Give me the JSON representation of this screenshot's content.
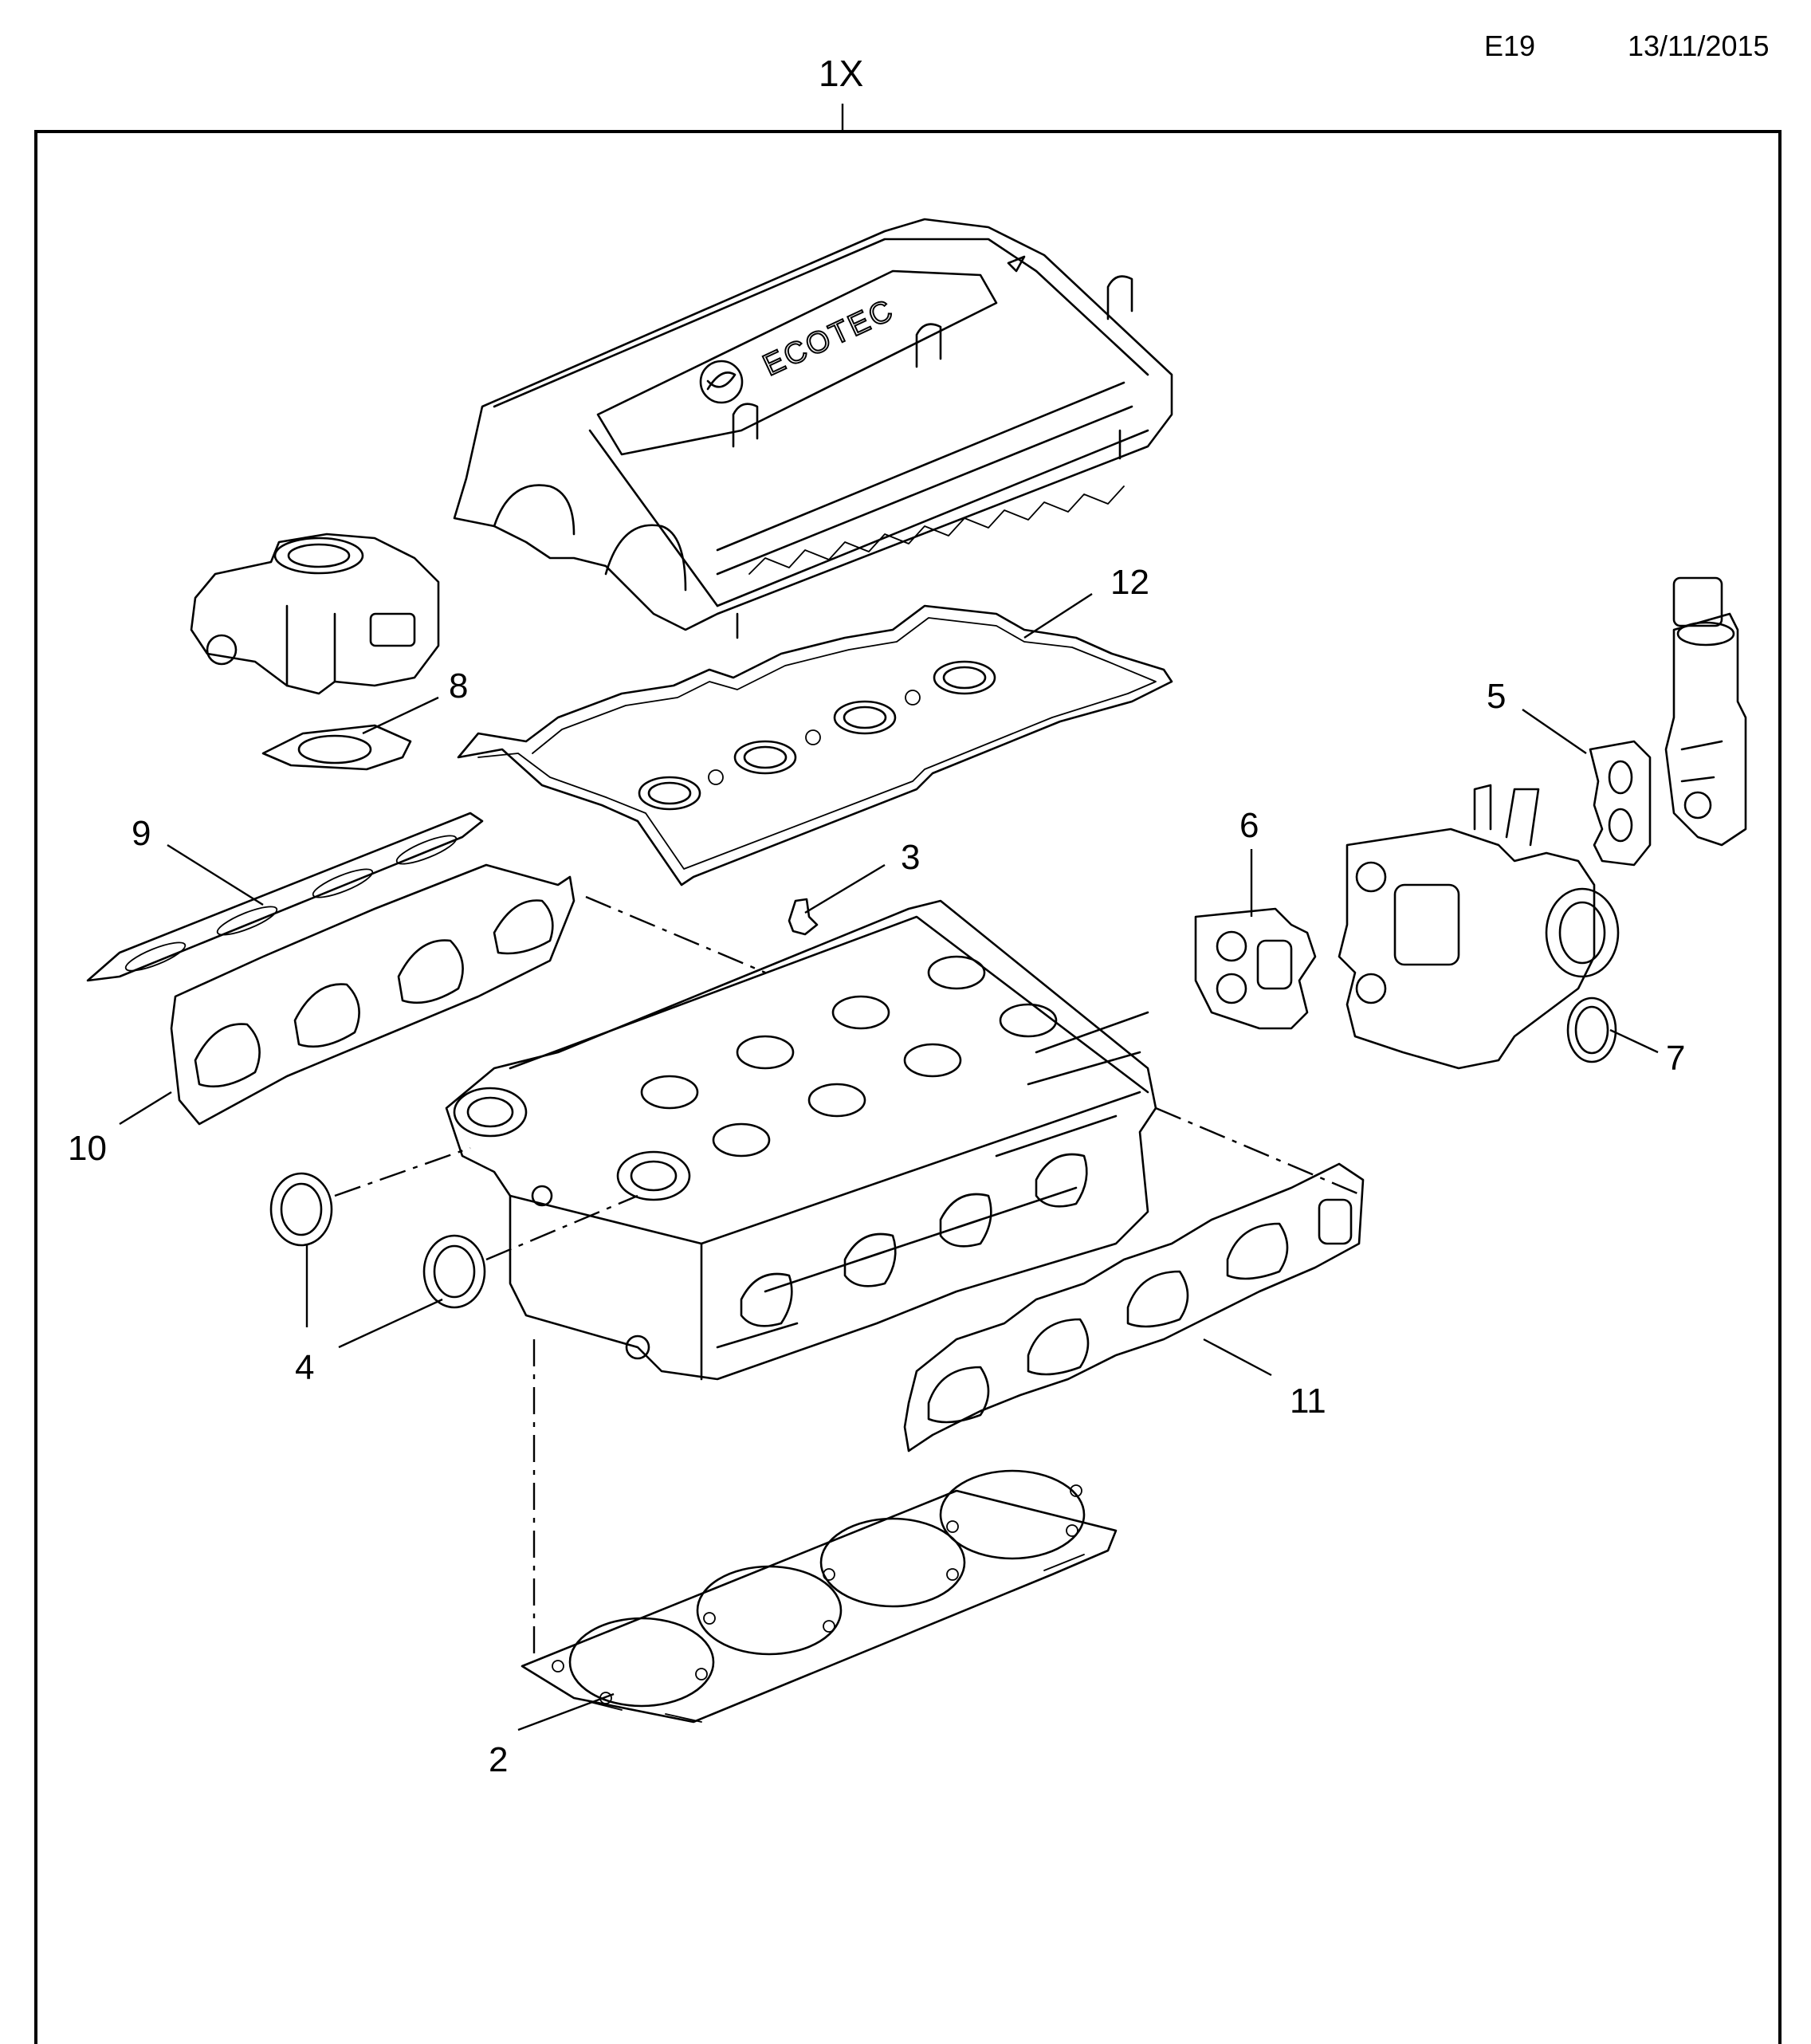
{
  "header": {
    "sheet_code": "E19",
    "date": "13/11/2015"
  },
  "assembly": {
    "label": "1X"
  },
  "cover": {
    "emboss_text": "ECOTEC"
  },
  "callouts": [
    {
      "id": "c2",
      "text": "2"
    },
    {
      "id": "c3",
      "text": "3"
    },
    {
      "id": "c4",
      "text": "4"
    },
    {
      "id": "c5",
      "text": "5"
    },
    {
      "id": "c6",
      "text": "6"
    },
    {
      "id": "c7",
      "text": "7"
    },
    {
      "id": "c8",
      "text": "8"
    },
    {
      "id": "c9",
      "text": "9"
    },
    {
      "id": "c10",
      "text": "10"
    },
    {
      "id": "c11",
      "text": "11"
    },
    {
      "id": "c12",
      "text": "12"
    }
  ]
}
